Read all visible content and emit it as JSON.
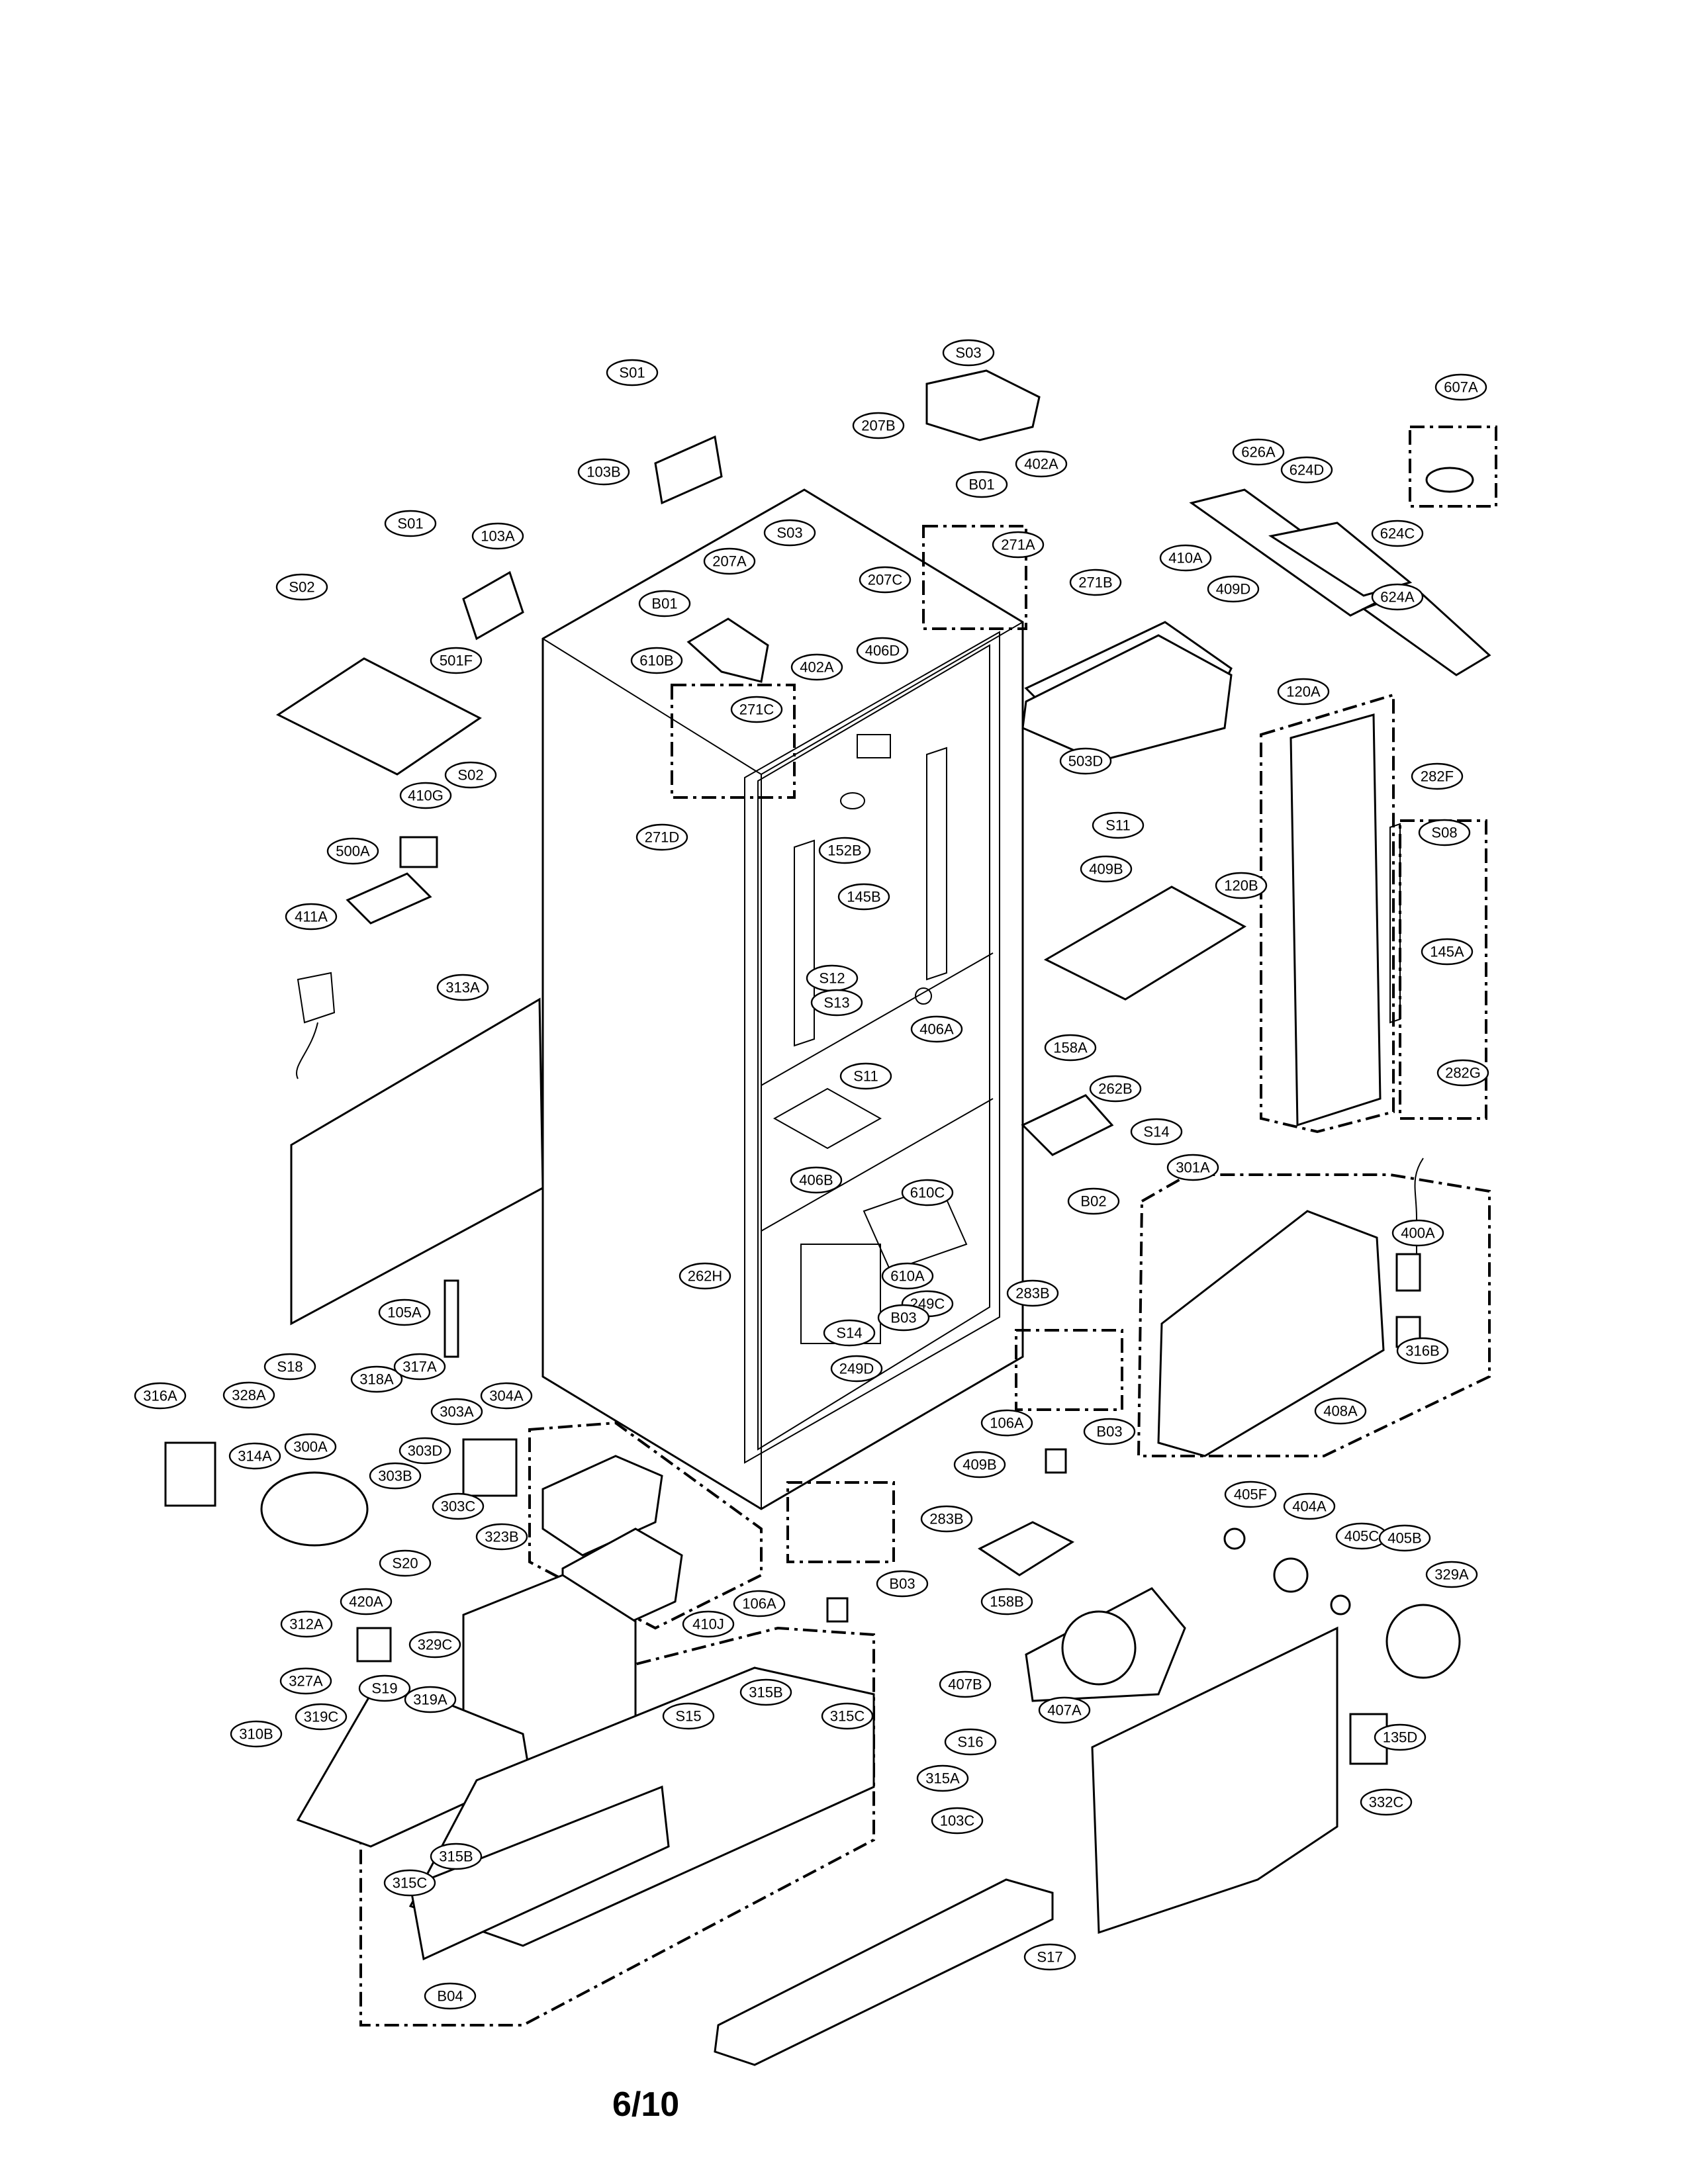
{
  "page": {
    "number": "6/10"
  },
  "callouts": [
    "S01",
    "S03",
    "607A",
    "207B",
    "103B",
    "402A",
    "B01",
    "626A",
    "624D",
    "S01",
    "103A",
    "S03",
    "207A",
    "271A",
    "410A",
    "624C",
    "S02",
    "B01",
    "207C",
    "271B",
    "409D",
    "624A",
    "501F",
    "610B",
    "406D",
    "402A",
    "271C",
    "120A",
    "S02",
    "410G",
    "503D",
    "282F",
    "271D",
    "152B",
    "S11",
    "S08",
    "500A",
    "409B",
    "120B",
    "411A",
    "145B",
    "145A",
    "313A",
    "S12",
    "S13",
    "406A",
    "158A",
    "282G",
    "S11",
    "262B",
    "S14",
    "406B",
    "610C",
    "B02",
    "301A",
    "400A",
    "262H",
    "610A",
    "249C",
    "S14",
    "B03",
    "283B",
    "249D",
    "316B",
    "105A",
    "S18",
    "318A",
    "317A",
    "304A",
    "316A",
    "328A",
    "303A",
    "B03",
    "408A",
    "303D",
    "314A",
    "300A",
    "303B",
    "106A",
    "405F",
    "409B",
    "404A",
    "303C",
    "323B",
    "283B",
    "405C",
    "405B",
    "329A",
    "S20",
    "B03",
    "158B",
    "420A",
    "329C",
    "410J",
    "106A",
    "312A",
    "407B",
    "327A",
    "S19",
    "319A",
    "315B",
    "S15",
    "315C",
    "407A",
    "310B",
    "319C",
    "S16",
    "135D",
    "315A",
    "332C",
    "103C",
    "315B",
    "315C",
    "S17",
    "B04"
  ]
}
